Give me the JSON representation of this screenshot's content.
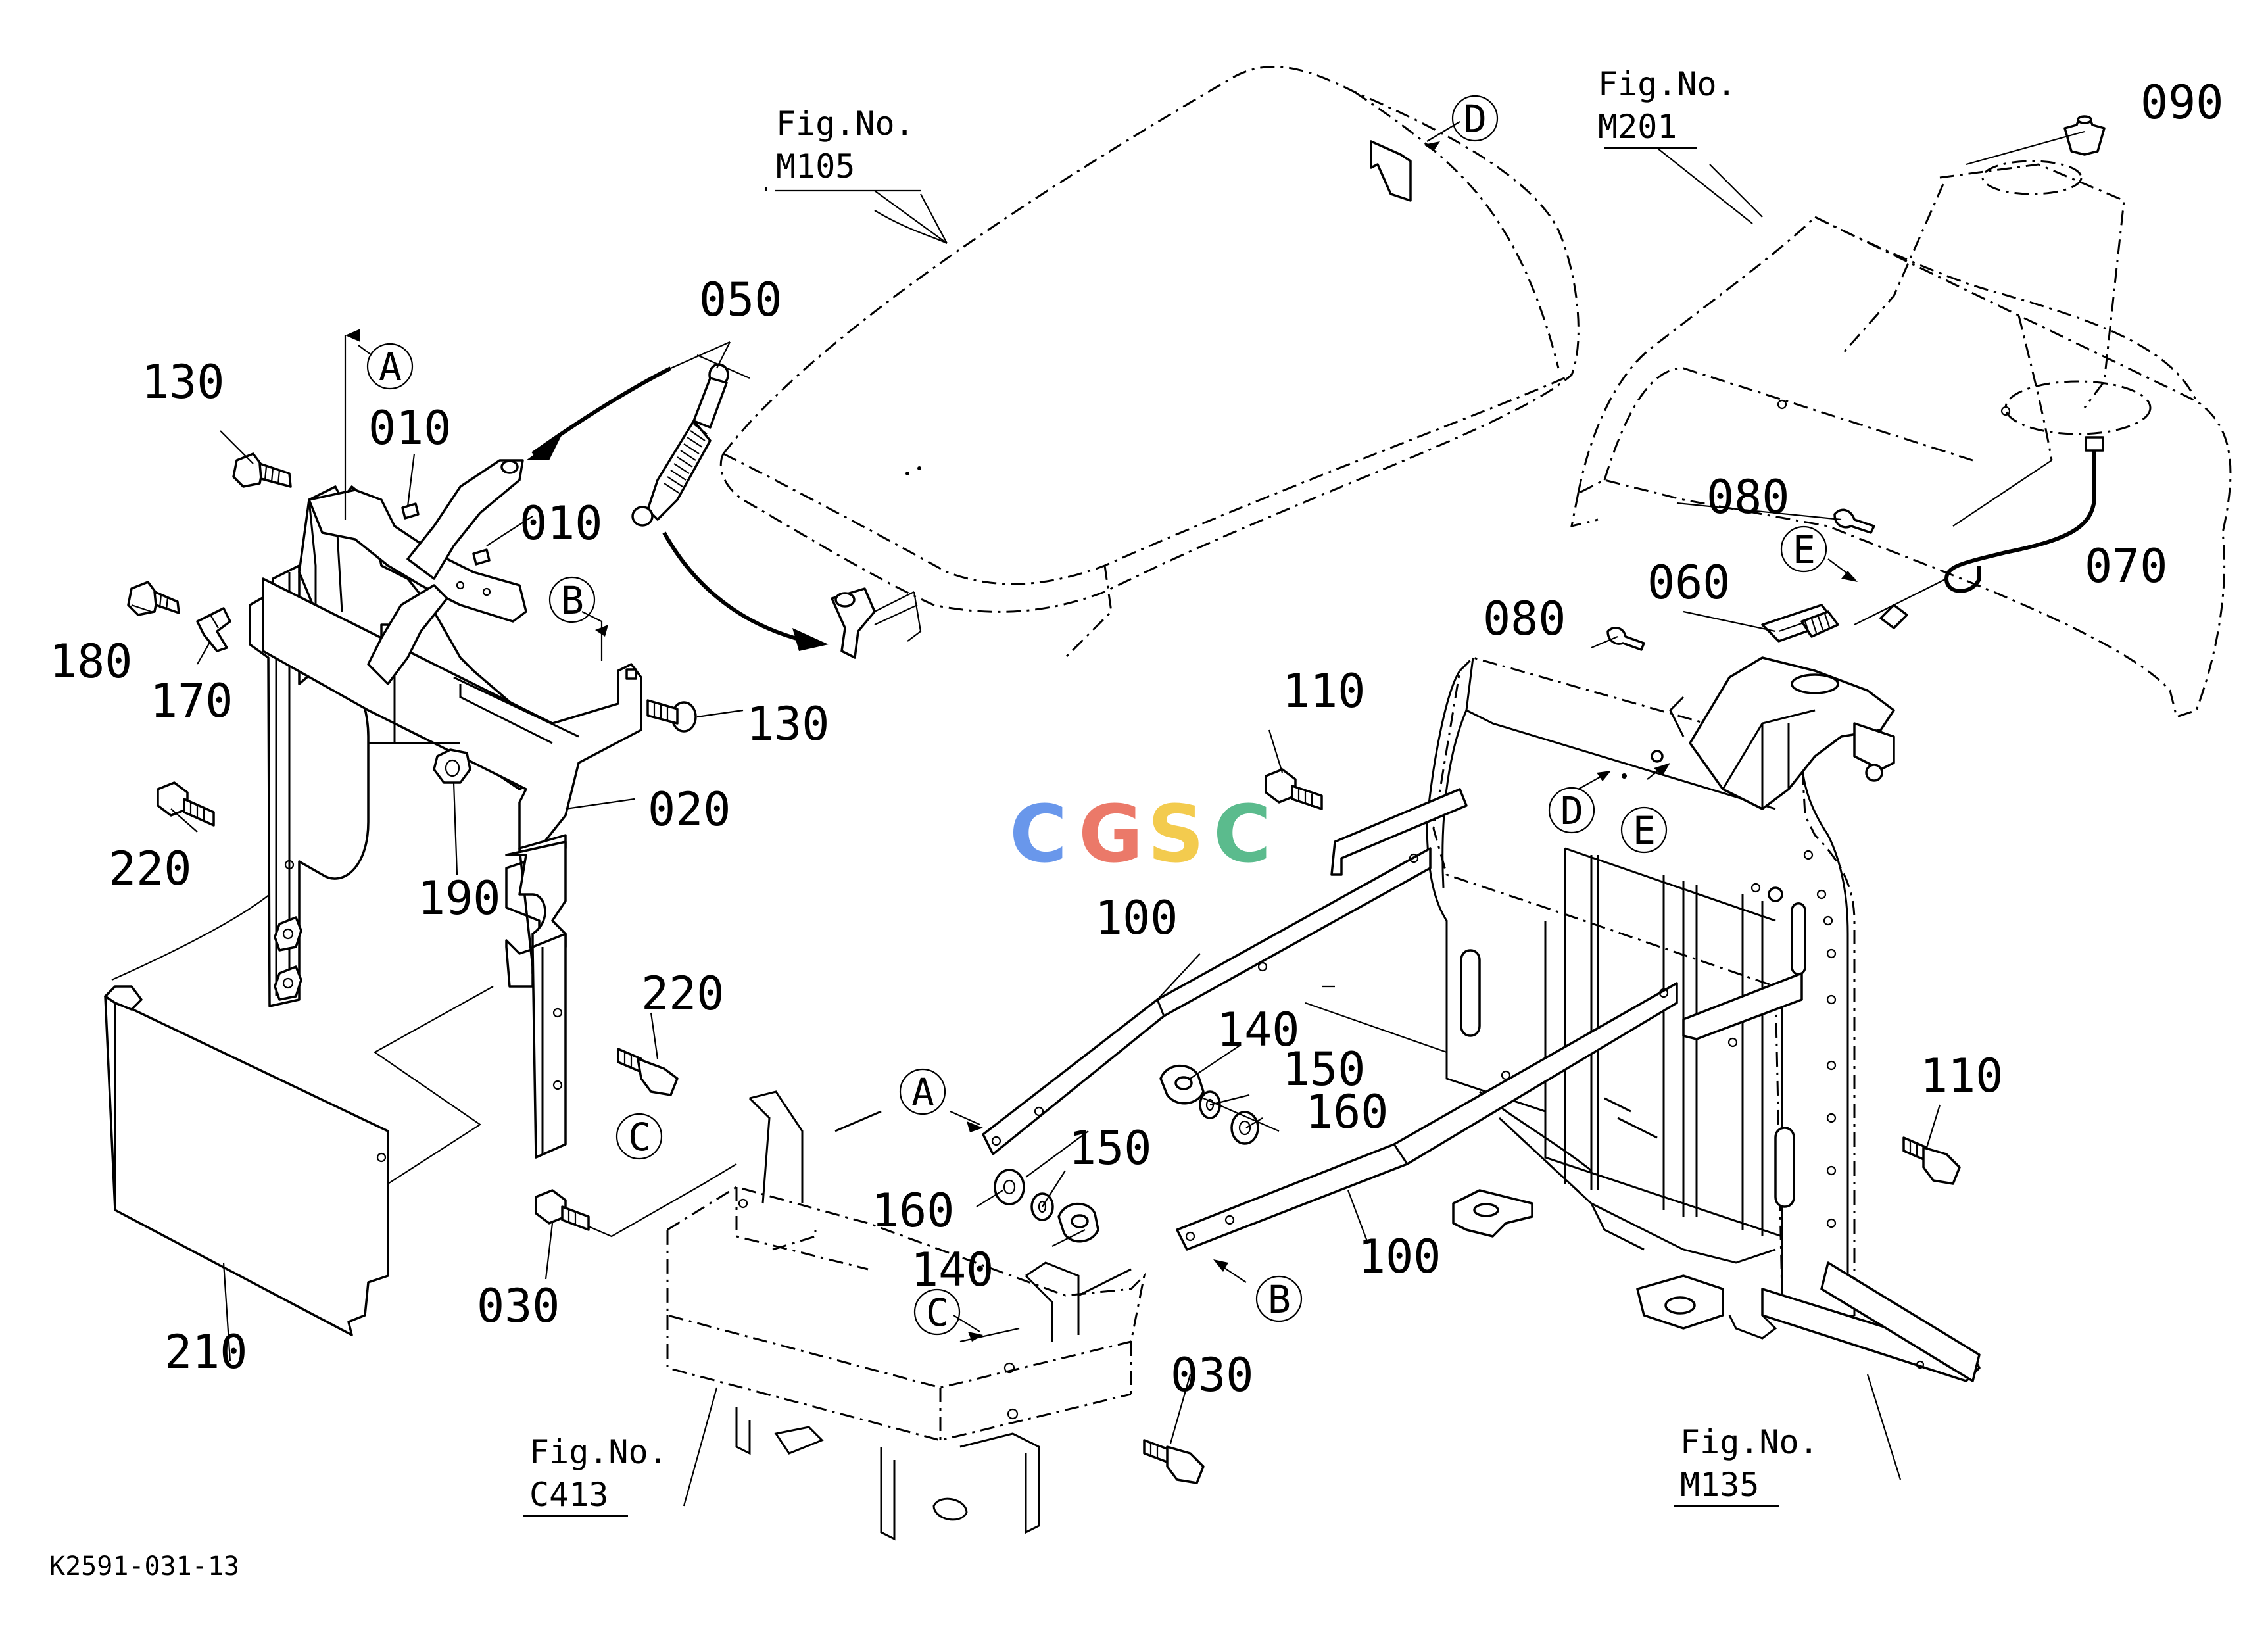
{
  "document_code": "K2591-031-13",
  "watermark": {
    "letters": [
      "C",
      "G",
      "S",
      "C"
    ],
    "colors": [
      "#4f86e8",
      "#e8624f",
      "#f2c230",
      "#3fb07a"
    ]
  },
  "part_labels": {
    "p010a": "010",
    "p010b": "010",
    "p020": "020",
    "p030a": "030",
    "p030b": "030",
    "p050": "050",
    "p060": "060",
    "p070": "070",
    "p080a": "080",
    "p080b": "080",
    "p090": "090",
    "p100a": "100",
    "p100b": "100",
    "p110a": "110",
    "p110b": "110",
    "p130a": "130",
    "p130b": "130",
    "p140a": "140",
    "p140b": "140",
    "p150a": "150",
    "p150b": "150",
    "p160a": "160",
    "p160b": "160",
    "p170": "170",
    "p180": "180",
    "p190": "190",
    "p210": "210",
    "p220a": "220",
    "p220b": "220"
  },
  "figure_refs": {
    "m105": {
      "prefix": "Fig.No.",
      "number": "M105"
    },
    "m201": {
      "prefix": "Fig.No.",
      "number": "M201"
    },
    "c413": {
      "prefix": "Fig.No.",
      "number": "C413"
    },
    "m135": {
      "prefix": "Fig.No.",
      "number": "M135"
    }
  },
  "callouts": {
    "A1": "A",
    "A2": "A",
    "B1": "B",
    "B2": "B",
    "C1": "C",
    "C2": "C",
    "D1": "D",
    "D2": "D",
    "E1": "E",
    "E2": "E"
  }
}
